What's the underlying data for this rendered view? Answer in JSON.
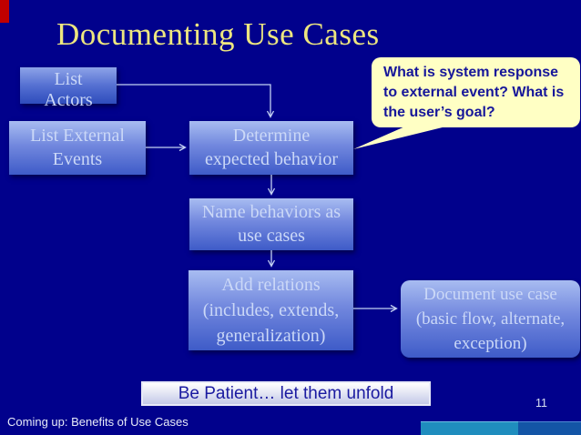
{
  "slide": {
    "title": "Documenting Use Cases",
    "page_number": "11",
    "footer": "Coming up: Benefits of Use Cases"
  },
  "flowchart": {
    "boxes": [
      {
        "id": "list-actors",
        "label": "List Actors",
        "lines": [
          "List",
          "Actors"
        ]
      },
      {
        "id": "list-external-events",
        "label": "List External Events",
        "lines": [
          "List External",
          "Events"
        ]
      },
      {
        "id": "determine-expected-behavior",
        "label": "Determine expected behavior",
        "lines": [
          "Determine",
          "expected behavior"
        ]
      },
      {
        "id": "name-behaviors",
        "label": "Name behaviors as use cases",
        "lines": [
          "Name behaviors as",
          "use cases"
        ]
      },
      {
        "id": "add-relations",
        "label": "Add relations (includes, extends, generalization)",
        "lines": [
          "Add relations",
          "(includes, extends,",
          "generalization)"
        ]
      },
      {
        "id": "document-use-case",
        "label": "Document use case (basic flow, alternate, exception)",
        "lines": [
          "Document use case",
          "(basic flow, alternate,",
          "exception)"
        ]
      }
    ],
    "connections": [
      "List Actors -> Determine expected behavior",
      "List External Events -> Determine expected behavior",
      "Determine expected behavior -> Name behaviors as use cases",
      "Name behaviors as use cases -> Add relations",
      "Add relations -> Document use case"
    ]
  },
  "callout": {
    "text": "What is system response to external event? What is the user’s goal?",
    "lines": [
      "What is system response",
      "to external event? What is",
      "the user’s goal?"
    ]
  },
  "banner": {
    "text": "Be Patient… let them unfold"
  },
  "colors": {
    "background": "#01018C",
    "title_yellow": "#EDE67F",
    "box_text": "#CBD8F7",
    "box_gradient_top": "#A8BCF1",
    "box_gradient_bottom": "#3E5BC8",
    "callout_background": "#FFFFC4",
    "callout_text": "#16169A",
    "banner_text": "#1A1AA0",
    "red_accent": "#C00000",
    "teal_bar": "#1F8DBE",
    "blue_bar": "#1355A6"
  }
}
